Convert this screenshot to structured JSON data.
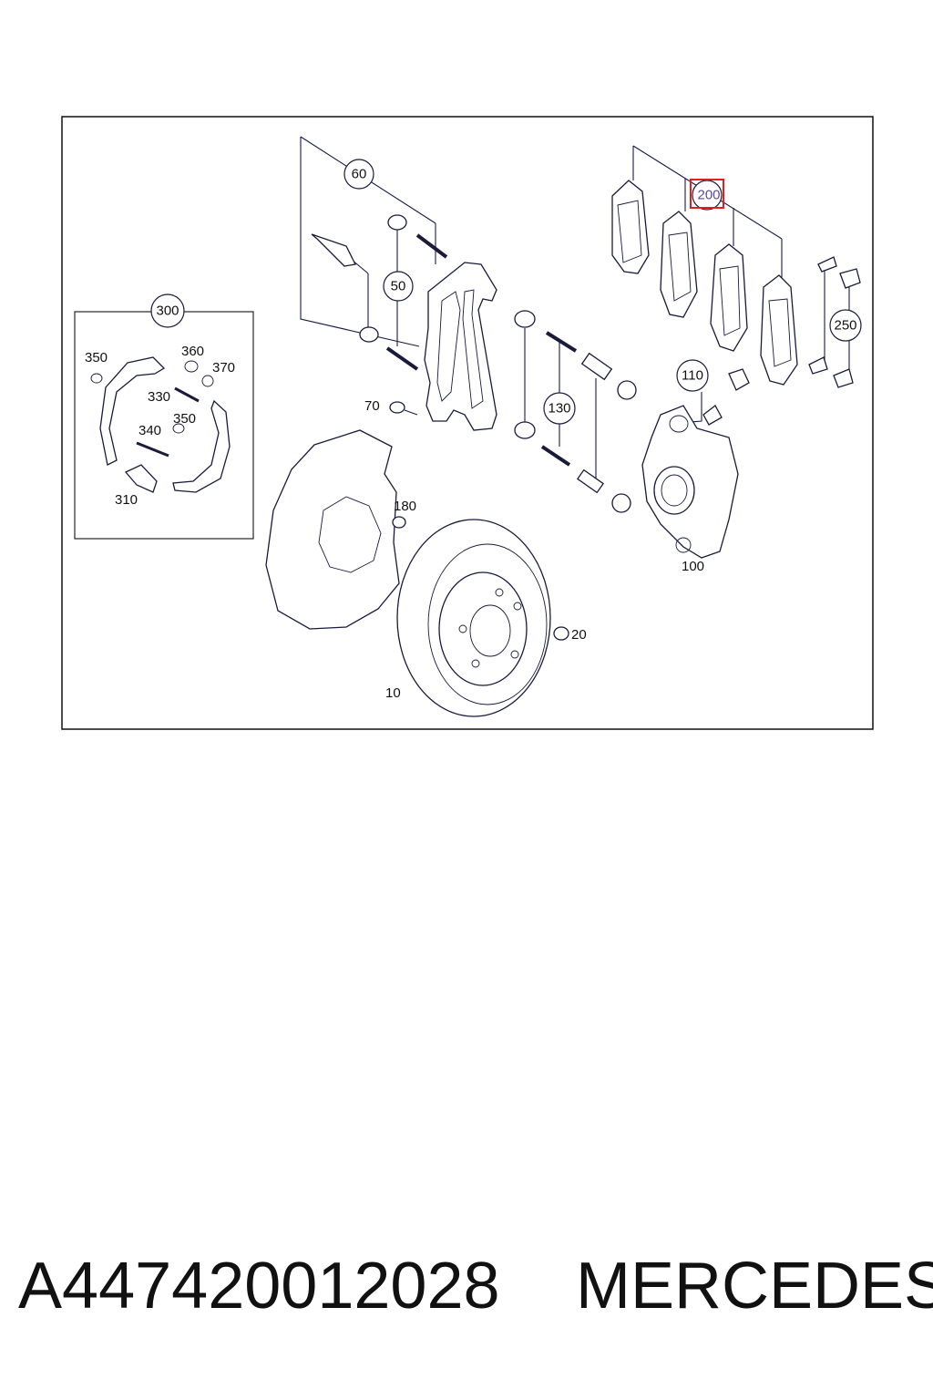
{
  "diagram": {
    "highlighted_label": "200",
    "callouts": {
      "c60": "60",
      "c50": "50",
      "c70": "70",
      "c300": "300",
      "c350a": "350",
      "c360": "360",
      "c370": "370",
      "c330": "330",
      "c350b": "350",
      "c340": "340",
      "c310": "310",
      "c130": "130",
      "c110": "110",
      "c200": "200",
      "c250": "250",
      "c180": "180",
      "c100": "100",
      "c20": "20",
      "c10": "10"
    },
    "colors": {
      "line": "#1a1a4a",
      "highlight": "#e0201b"
    }
  },
  "caption": {
    "part_number": "A447420012028",
    "brand": "MERCEDES"
  }
}
